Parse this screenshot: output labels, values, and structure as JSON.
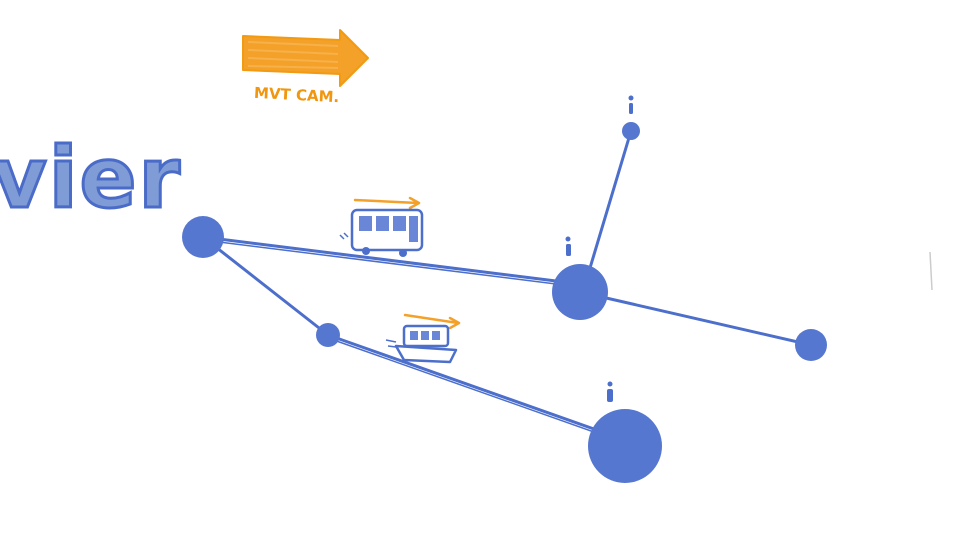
{
  "sketch_word": {
    "text": "vier"
  },
  "direction_arrow": {
    "caption": "MVT CAM."
  },
  "colors": {
    "network_blue": "#5677cf",
    "line_blue": "#4d6fcc",
    "accent_orange": "#f4a12a"
  },
  "network": {
    "stations": [
      {
        "id": "west-station",
        "size": "medium",
        "info_marker": false
      },
      {
        "id": "junction-small",
        "size": "small",
        "info_marker": false
      },
      {
        "id": "central-station",
        "size": "large",
        "info_marker": true
      },
      {
        "id": "north-station",
        "size": "small",
        "info_marker": true
      },
      {
        "id": "east-station",
        "size": "medium",
        "info_marker": false
      },
      {
        "id": "south-station",
        "size": "large",
        "info_marker": true
      }
    ],
    "vehicles": [
      {
        "type": "bus-icon",
        "direction": "right"
      },
      {
        "type": "boat-icon",
        "direction": "right"
      }
    ]
  }
}
